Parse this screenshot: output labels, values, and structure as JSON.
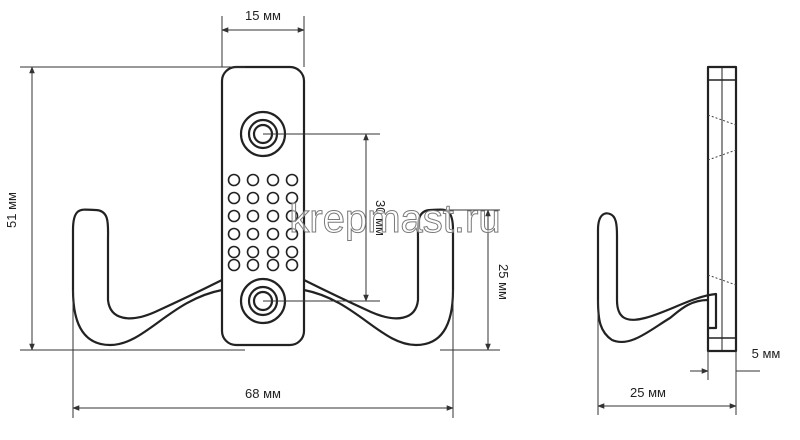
{
  "diagram": {
    "front_view": {
      "dimensions": {
        "width_top": "15 мм",
        "height_total": "51 мм",
        "hole_spacing": "30 мм",
        "hook_height": "25 мм",
        "width_total": "68 мм"
      }
    },
    "side_view": {
      "dimensions": {
        "thickness": "5 мм",
        "projection": "25 мм"
      }
    },
    "watermark": "krepmast.ru",
    "colors": {
      "line": "#222222",
      "dimension_line": "#333333",
      "background": "#ffffff"
    }
  }
}
